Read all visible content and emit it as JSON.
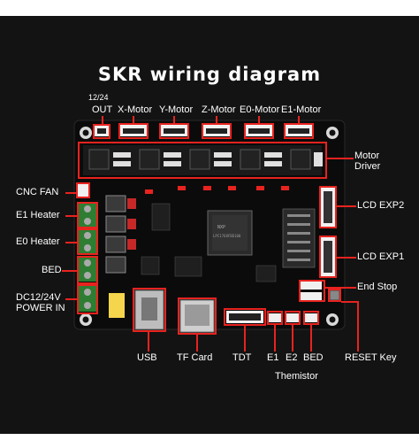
{
  "title": "SKR wiring diagram",
  "top_labels": {
    "power_out_volt": "12/24",
    "power_out": "OUT",
    "x_motor": "X-Motor",
    "y_motor": "Y-Motor",
    "z_motor": "Z-Motor",
    "e0_motor": "E0-Motor",
    "e1_motor": "E1-Motor"
  },
  "left_labels": {
    "cnc_fan": "CNC FAN",
    "e1_heater": "E1 Heater",
    "e0_heater": "E0 Heater",
    "bed": "BED",
    "power_in_line1": "DC12/24V",
    "power_in_line2": "POWER IN"
  },
  "right_labels": {
    "motor_driver_line1": "Motor",
    "motor_driver_line2": "Driver",
    "lcd_exp2": "LCD EXP2",
    "lcd_exp1": "LCD EXP1",
    "end_stop": "End Stop",
    "reset_key": "RESET Key"
  },
  "bottom_labels": {
    "usb": "USB",
    "tf_card": "TF Card",
    "tdt": "TDT",
    "e1": "E1",
    "e2": "E2",
    "bed": "BED",
    "themistor": "Themistor"
  },
  "colors": {
    "pcb": "#0d0d0d",
    "highlight": "#e8231f",
    "header": "#f2f2f2",
    "label": "#ffffff"
  }
}
